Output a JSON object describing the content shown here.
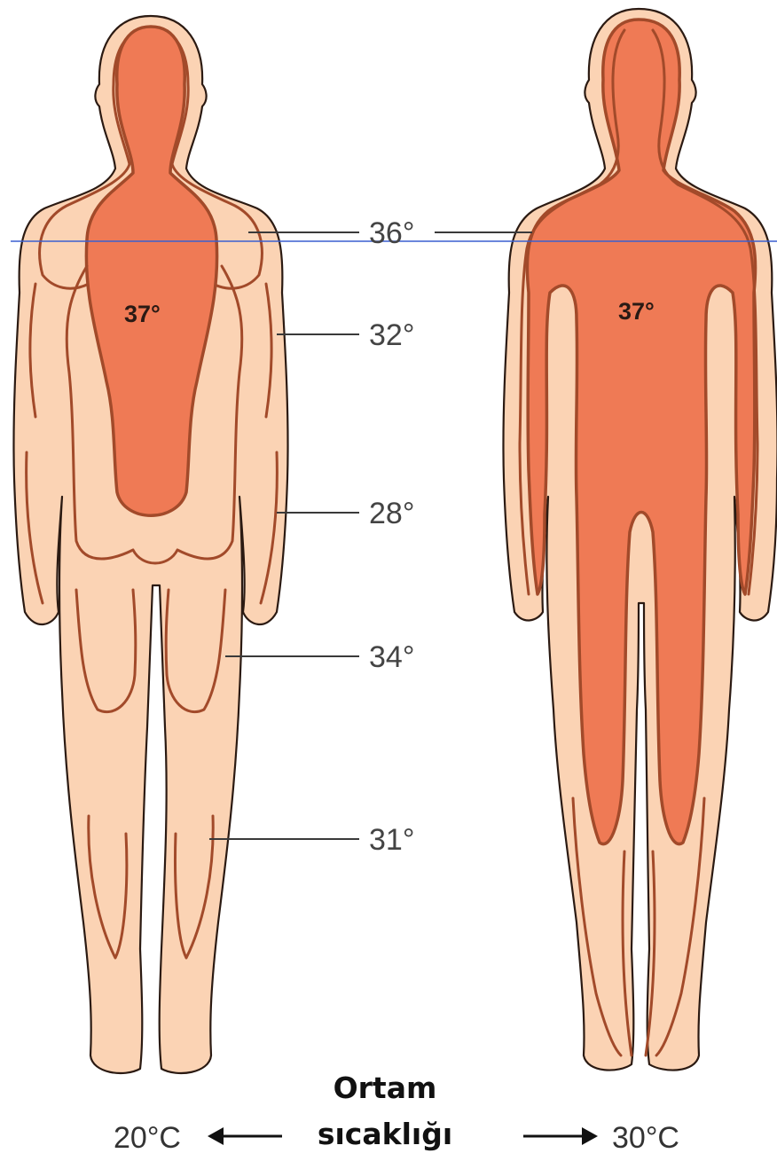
{
  "isotherm_labels": [
    "36°",
    "32°",
    "28°",
    "34°",
    "31°"
  ],
  "core_labels": {
    "left": "37°",
    "right": "37°"
  },
  "caption": {
    "line1": "Ortam",
    "line2": "sıcaklığı"
  },
  "ambient": {
    "left": "20°C",
    "right": "30°C"
  },
  "colors": {
    "skin": "#fbd3b4",
    "core": "#ef7a55",
    "isotherm": "#a24a2a",
    "reference_line": "#3a5fd0"
  }
}
